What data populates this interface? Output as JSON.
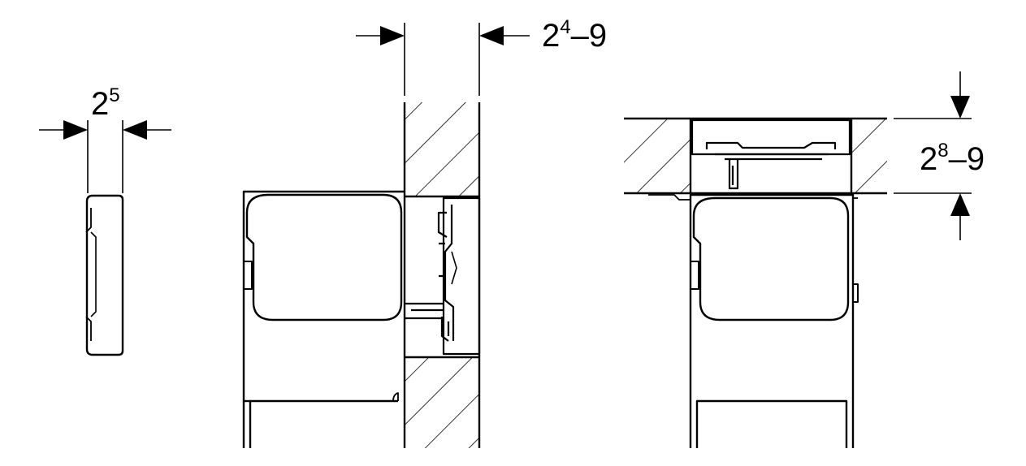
{
  "dimensions": {
    "cover_plate": {
      "base": "2",
      "sup": "5",
      "rest": ""
    },
    "wall_thickness": {
      "base": "2",
      "sup": "4",
      "rest": "–9"
    },
    "ceiling_thickness": {
      "base": "2",
      "sup": "8",
      "rest": "–9"
    }
  }
}
